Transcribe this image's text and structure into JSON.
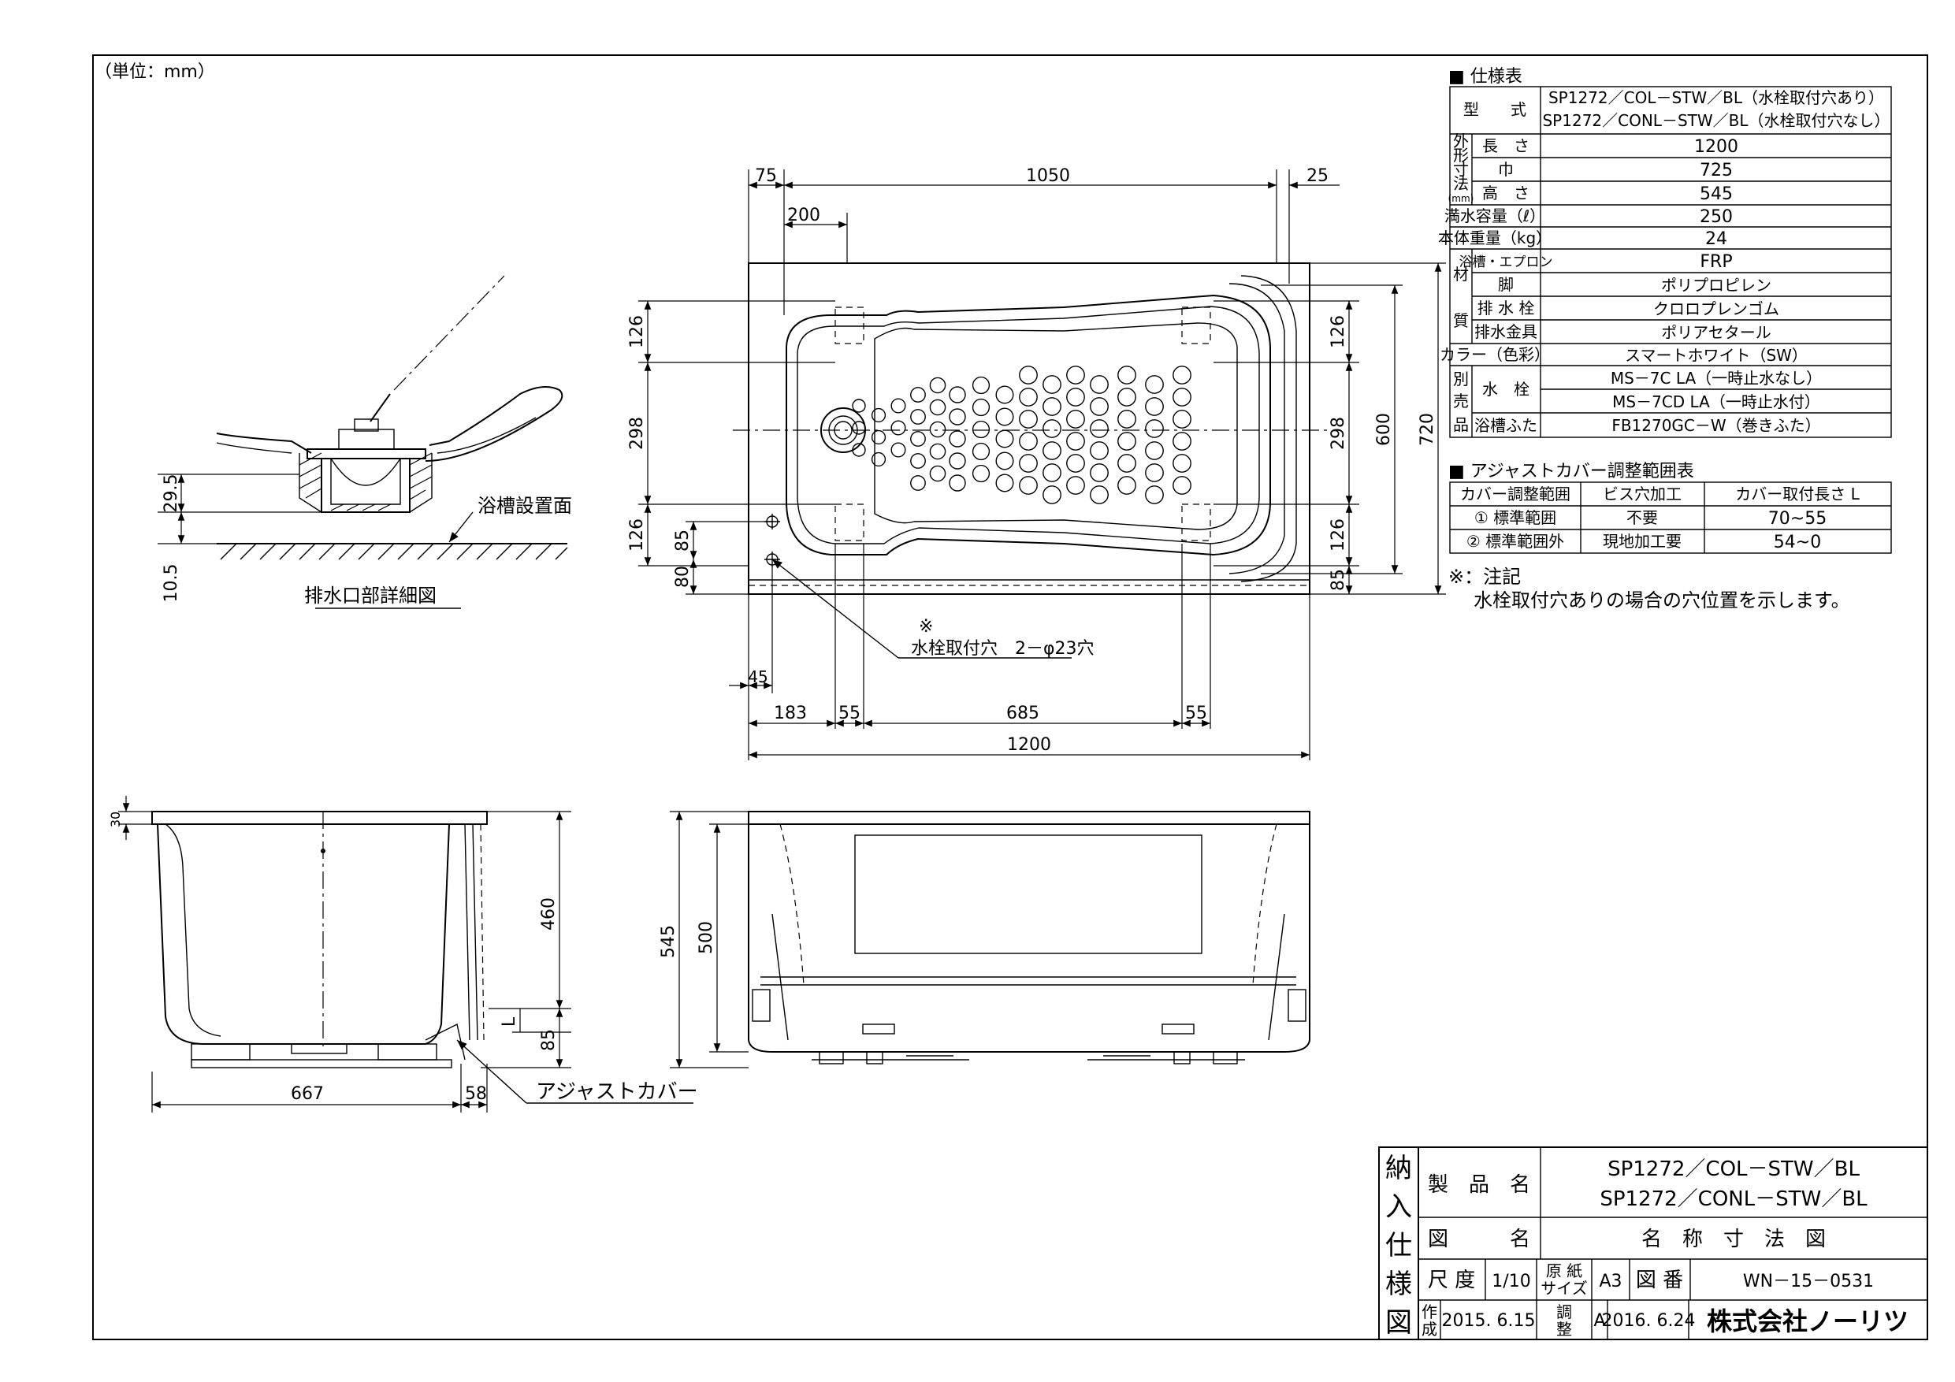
{
  "sheet": {
    "unit_note": "（単位：mm）"
  },
  "spec_table": {
    "title": "■ 仕様表",
    "model_label": "型　　式",
    "model_1": "SP1272／COL－STW／BL（水栓取付穴あり）",
    "model_2": "SP1272／CONL－STW／BL（水栓取付穴なし）",
    "outer_group": [
      "外",
      "形",
      "寸",
      "法",
      "(mm)"
    ],
    "length_label": "長　さ",
    "length_value": "1200",
    "width_label": "巾",
    "width_value": "725",
    "height_label": "高　さ",
    "height_value": "545",
    "capacity_label": "満水容量（ℓ）",
    "capacity_value": "250",
    "weight_label": "本体重量（kg）",
    "weight_value": "24",
    "material_group": [
      "材",
      "質"
    ],
    "mat_tub_label": "浴槽・エプロン",
    "mat_tub_value": "FRP",
    "mat_leg_label": "脚",
    "mat_leg_value": "ポリプロピレン",
    "mat_plug_label": "排 水 栓",
    "mat_plug_value": "クロロプレンゴム",
    "mat_metal_label": "排水金具",
    "mat_metal_value": "ポリアセタール",
    "color_label": "カラー（色彩）",
    "color_value": "スマートホワイト（SW）",
    "sold_group": [
      "別",
      "売",
      "品"
    ],
    "faucet_label": "水　栓",
    "faucet_1": "MS－7C LA（一時止水なし）",
    "faucet_2": "MS－7CD LA（一時止水付）",
    "lid_label": "浴槽ふた",
    "lid_value": "FB1270GC－W（巻きふた）"
  },
  "adjust_table": {
    "title": "■ アジャストカバー調整範囲表",
    "headers": [
      "カバー調整範囲",
      "ビス穴加工",
      "カバー取付長さ L"
    ],
    "row1": [
      "① 標準範囲",
      "不要",
      "70~55"
    ],
    "row2": [
      "② 標準範囲外",
      "現地加工要",
      "54~0"
    ]
  },
  "notes": {
    "title": "※：注記",
    "text": "水栓取付穴ありの場合の穴位置を示します。"
  },
  "plan_view": {
    "top_dims": [
      "75",
      "1050",
      "25",
      "200"
    ],
    "left_dims": [
      "126",
      "298",
      "126",
      "85",
      "80"
    ],
    "right_dims": [
      "126",
      "298",
      "126",
      "85",
      "600",
      "720"
    ],
    "bottom_dims": [
      "45",
      "183",
      "55",
      "685",
      "55",
      "1200"
    ],
    "note_mark": "※",
    "faucet_hole_label": "水栓取付穴　2－φ23穴"
  },
  "drain_detail": {
    "dims": [
      "29.5",
      "10.5"
    ],
    "floor_label": "浴槽設置面",
    "title": "排水口部詳細図"
  },
  "side_view": {
    "dims": [
      "30",
      "460",
      "85",
      "L",
      "667",
      "58"
    ],
    "cover_label": "アジャストカバー"
  },
  "front_view": {
    "dims": [
      "545",
      "500"
    ]
  },
  "title_block": {
    "stamp": [
      "納",
      "入",
      "仕",
      "様",
      "図"
    ],
    "product_label": "製　品　名",
    "product_1": "SP1272／COL－STW／BL",
    "product_2": "SP1272／CONL－STW／BL",
    "drawing_label": "図　　　名",
    "drawing_name": "名　称　寸　法　図",
    "scale_label": "尺 度",
    "scale_value": "1/10",
    "paper_label": [
      "原 紙",
      "サイズ"
    ],
    "paper_value": "A3",
    "number_label": "図 番",
    "number_value": "WN－15－0531",
    "made_label": [
      "作",
      "成"
    ],
    "made_date": "2015. 6.15",
    "rev_label": [
      "調",
      "整"
    ],
    "rev_mark": "A",
    "rev_date": "2016. 6.24",
    "company": "株式会社ノーリツ"
  }
}
